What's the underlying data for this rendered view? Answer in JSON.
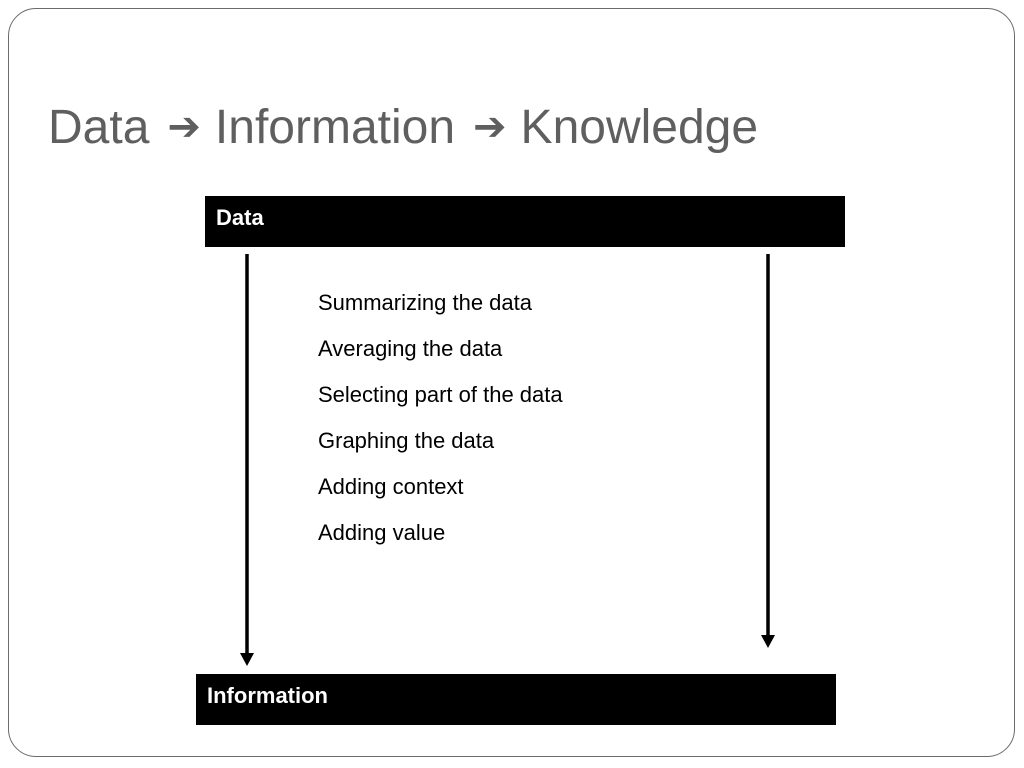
{
  "title": {
    "part1": "Data",
    "part2": "Information",
    "part3": "Knowledge",
    "separator_icon": "right-arrow-icon"
  },
  "diagram": {
    "top_box": "Data",
    "bottom_box": "Information",
    "steps": [
      "Summarizing the data",
      "Averaging the data",
      "Selecting part of the data",
      "Graphing the data",
      "Adding context",
      "Adding value"
    ]
  },
  "colors": {
    "title": "#5f5f5f",
    "box_fill": "#000000",
    "box_text": "#ffffff",
    "border": "#6b6b6b"
  }
}
